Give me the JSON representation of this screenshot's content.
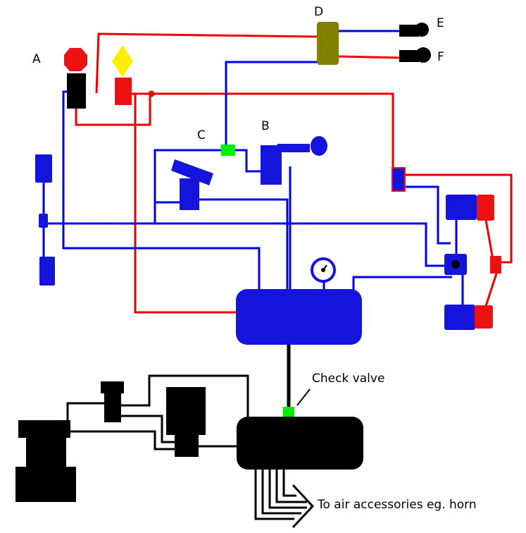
{
  "labels": {
    "a": "A",
    "b": "B",
    "c": "C",
    "d": "D",
    "e": "E",
    "f": "F",
    "check_valve": "Check valve",
    "accessories": "To air accessories eg. horn"
  },
  "colors": {
    "air_line": "#0000ee",
    "electric_line": "#ee0000",
    "vacuum_line": "#000000",
    "junction": "#00ee00",
    "relay": "#808000",
    "indicator": "#ffee00"
  }
}
